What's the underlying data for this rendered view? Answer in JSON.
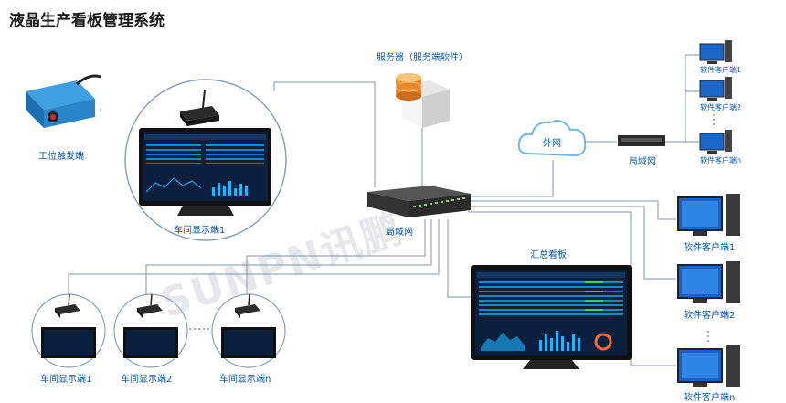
{
  "title": "液晶生产看板管理系统",
  "watermark": "SUNPN讯鹏",
  "labels": {
    "trigger": "工位触发端",
    "workshop_display_1": "车间显示端1",
    "server": "服务器（服务端软件）",
    "lan_center": "局域网",
    "wan": "外网",
    "lan_right": "局域网",
    "summary_board": "汇总看板",
    "client_top_1": "软件客户端1",
    "client_top_2": "软件客户端2",
    "client_top_n": "软件客户端n",
    "client_1": "软件客户端1",
    "client_2": "软件客户端2",
    "client_n": "软件客户端n",
    "ws_bottom_1": "车间显示端1",
    "ws_bottom_2": "车间显示端2",
    "ws_bottom_n": "车间显示端n"
  },
  "colors": {
    "label": "#0a57a8",
    "line": "#7d93a8",
    "screen": "#0b1f3f",
    "accent": "#1fb6ff"
  }
}
